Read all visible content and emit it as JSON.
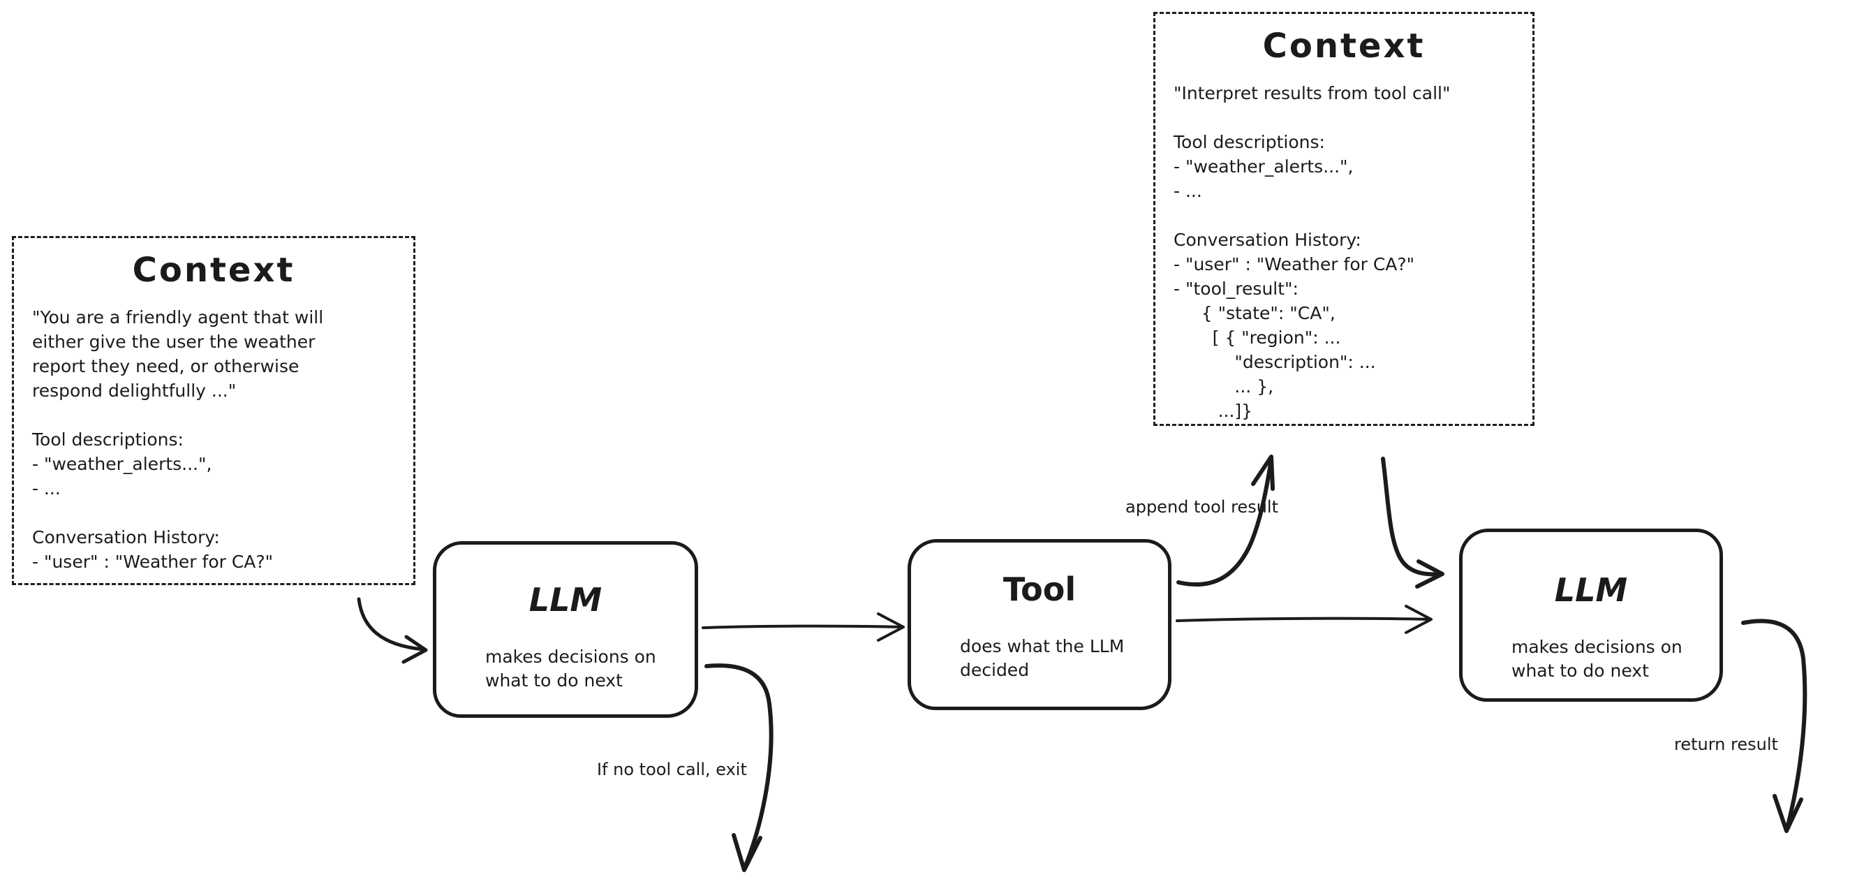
{
  "colors": {
    "ink": "#1b1b1b",
    "background": "#ffffff"
  },
  "context_left": {
    "title": "Context",
    "body": [
      "\"You are a friendly agent that will",
      "either give the user the weather",
      "report they need, or otherwise",
      "respond delightfully ...\"",
      "",
      "Tool descriptions:",
      "- \"weather_alerts...\",",
      "- ...",
      "",
      "Conversation History:",
      "- \"user\" : \"Weather for CA?\""
    ]
  },
  "context_top": {
    "title": "Context",
    "body": [
      "\"Interpret results from tool call\"",
      "",
      "Tool descriptions:",
      "- \"weather_alerts...\",",
      "- ...",
      "",
      "Conversation History:",
      "- \"user\" : \"Weather for CA?\"",
      "- \"tool_result\":",
      "     { \"state\": \"CA\",",
      "       [ { \"region\": ...",
      "           \"description\": ...",
      "           ... },",
      "        ...]}"
    ]
  },
  "nodes": [
    {
      "title": "LLM",
      "subtitle": "makes decisions on\nwhat to do next"
    },
    {
      "title": "Tool",
      "subtitle": "does what the LLM\ndecided"
    },
    {
      "title": "LLM",
      "subtitle": "makes decisions on\nwhat to do next"
    }
  ],
  "labels": {
    "append_tool_result": "append tool result",
    "no_tool_call_exit": "If no tool call, exit",
    "return_result": "return result"
  }
}
